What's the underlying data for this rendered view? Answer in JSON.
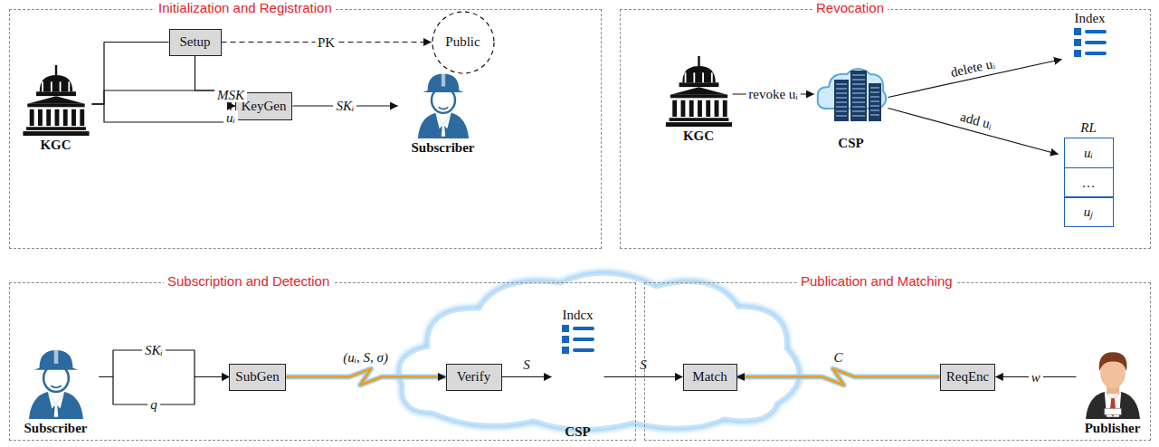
{
  "diagram": {
    "nodes": [
      {
        "text": [
          "Initialization and Registration"
        ]
      },
      {
        "text": [
          "KGC"
        ],
        "in": 0
      },
      {
        "text": [
          "Setup"
        ],
        "in": 0
      },
      {
        "text": [
          "Public"
        ],
        "in": 0
      },
      {
        "text": [
          "KeyGen"
        ],
        "in": 0
      },
      {
        "text": [
          "Subscriber"
        ],
        "in": 0
      },
      {
        "text": [
          "Revocation"
        ]
      },
      {
        "text": [
          "KGC"
        ],
        "in": 6
      },
      {
        "text": [
          "CSP"
        ],
        "in": 6
      },
      {
        "text": [
          "Index"
        ],
        "in": 6
      },
      {
        "text": [
          "RL",
          "uᵢ",
          "…",
          "uⱼ"
        ],
        "in": 6
      },
      {
        "text": [
          "Subscription and Detection"
        ]
      },
      {
        "text": [
          "Subscriber"
        ],
        "in": 11
      },
      {
        "text": [
          "SubGen"
        ],
        "in": 11
      },
      {
        "text": [
          "Verify"
        ],
        "in": 11
      },
      {
        "text": [
          "Indcx",
          "CSP"
        ],
        "in": 11
      },
      {
        "text": [
          "Publication and Matching"
        ]
      },
      {
        "text": [
          "Match"
        ],
        "in": 16
      },
      {
        "text": [
          "ReqEnc"
        ],
        "in": 16
      },
      {
        "text": [
          "Publisher"
        ],
        "in": 16
      }
    ],
    "edges": [
      {
        "from": 1,
        "to": 2,
        "arrow": "none"
      },
      {
        "from": 2,
        "to": 3,
        "label": "PK",
        "arrow": "to"
      },
      {
        "from": 2,
        "to": 4,
        "arrow": "to"
      },
      {
        "from": 1,
        "to": 4,
        "label": "MSK",
        "arrow": "to"
      },
      {
        "from": 1,
        "to": 4,
        "label": "uᵢ",
        "arrow": "to"
      },
      {
        "from": 4,
        "to": 5,
        "label": "SKᵢ",
        "arrow": "to"
      },
      {
        "from": 7,
        "to": 8,
        "label": "revoke uᵢ",
        "arrow": "to"
      },
      {
        "from": 8,
        "to": 9,
        "label": "delete uᵢ",
        "arrow": "to"
      },
      {
        "from": 8,
        "to": 10,
        "label": "add uᵢ",
        "arrow": "to"
      },
      {
        "from": 12,
        "to": 13,
        "label": "SKᵢ",
        "arrow": "to"
      },
      {
        "from": 12,
        "to": 13,
        "label": "q",
        "arrow": "to"
      },
      {
        "from": 13,
        "to": 14,
        "label": "(uᵢ, S, σ)",
        "arrow": "to"
      },
      {
        "from": 14,
        "to": 15,
        "label": "S",
        "arrow": "to"
      },
      {
        "from": 15,
        "to": 17,
        "label": "S",
        "arrow": "to"
      },
      {
        "from": 18,
        "to": 17,
        "label": "C",
        "arrow": "to"
      },
      {
        "from": 19,
        "to": 18,
        "label": "w",
        "arrow": "to"
      }
    ]
  }
}
